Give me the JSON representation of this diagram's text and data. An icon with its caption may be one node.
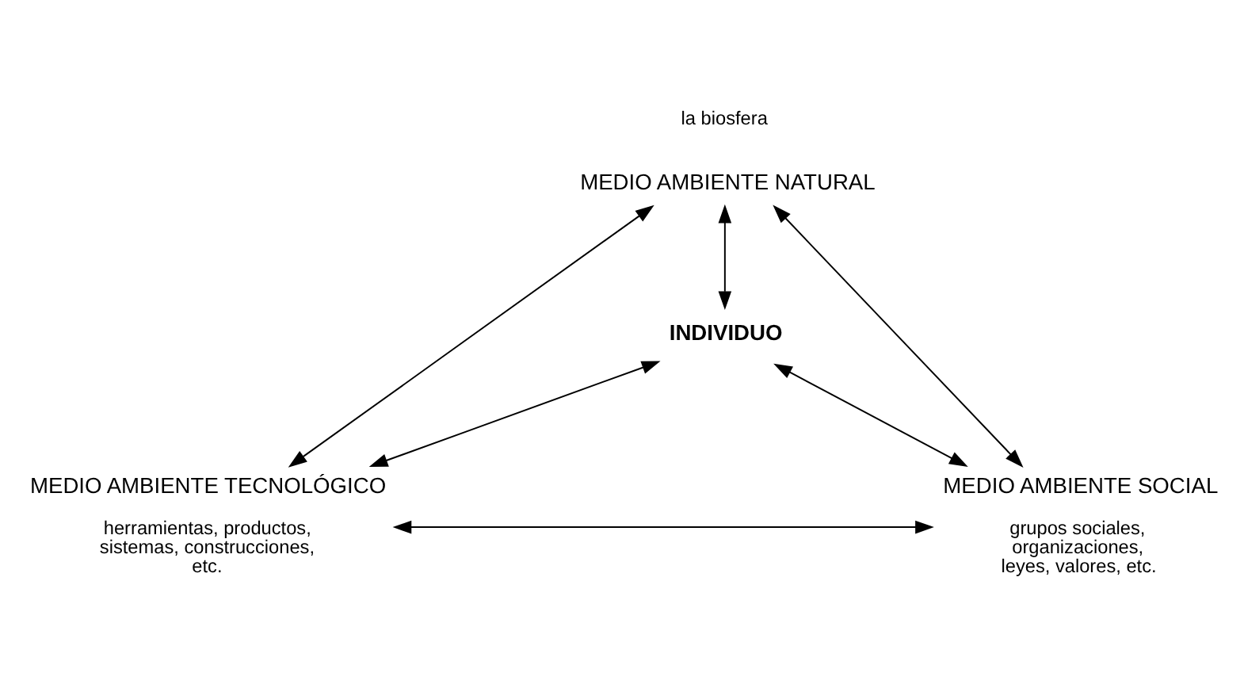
{
  "diagram": {
    "nodes": [
      {
        "text": [
          "MEDIO AMBIENTE NATURAL"
        ],
        "beside": [
          "la biosfera"
        ]
      },
      {
        "text": [
          "INDIVIDUO"
        ]
      },
      {
        "text": [
          "MEDIO AMBIENTE TECNOLÓGICO",
          "herramientas, productos, sistemas, construcciones, etc."
        ]
      },
      {
        "text": [
          "MEDIO AMBIENTE SOCIAL",
          "grupos sociales, organizaciones, leyes, valores, etc."
        ]
      }
    ],
    "edges": [
      {
        "from": 0,
        "to": 1,
        "arrow": "both"
      },
      {
        "from": 0,
        "to": 2,
        "arrow": "both"
      },
      {
        "from": 0,
        "to": 3,
        "arrow": "both"
      },
      {
        "from": 1,
        "to": 2,
        "arrow": "both"
      },
      {
        "from": 1,
        "to": 3,
        "arrow": "both"
      },
      {
        "from": 2,
        "to": 3,
        "arrow": "both"
      }
    ]
  }
}
